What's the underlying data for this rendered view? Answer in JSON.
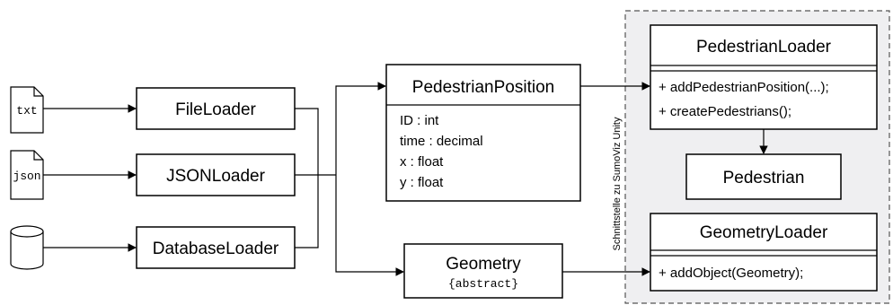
{
  "sources": [
    {
      "label": "txt",
      "icon": "document-icon"
    },
    {
      "label": "json",
      "icon": "document-icon"
    },
    {
      "label": "",
      "icon": "database-cylinder-icon"
    }
  ],
  "loaders": [
    "FileLoader",
    "JSONLoader",
    "DatabaseLoader"
  ],
  "pedestrian_position": {
    "title": "PedestrianPosition",
    "attributes": [
      "ID : int",
      "time : decimal",
      "x : float",
      "y : float"
    ]
  },
  "geometry": {
    "title": "Geometry",
    "stereotype": "{abstract}"
  },
  "interface_label": "Schnittstelle zu SumoViz Unity",
  "pedestrian_loader": {
    "title": "PedestrianLoader",
    "methods": [
      "+ addPedestrianPosition(...);",
      "+ createPedestrians();"
    ]
  },
  "pedestrian": {
    "title": "Pedestrian"
  },
  "geometry_loader": {
    "title": "GeometryLoader",
    "methods": [
      "+ addObject(Geometry);"
    ]
  },
  "colors": {
    "interface_region": "#efeff1",
    "stroke": "#000000",
    "dash": "#555555"
  }
}
